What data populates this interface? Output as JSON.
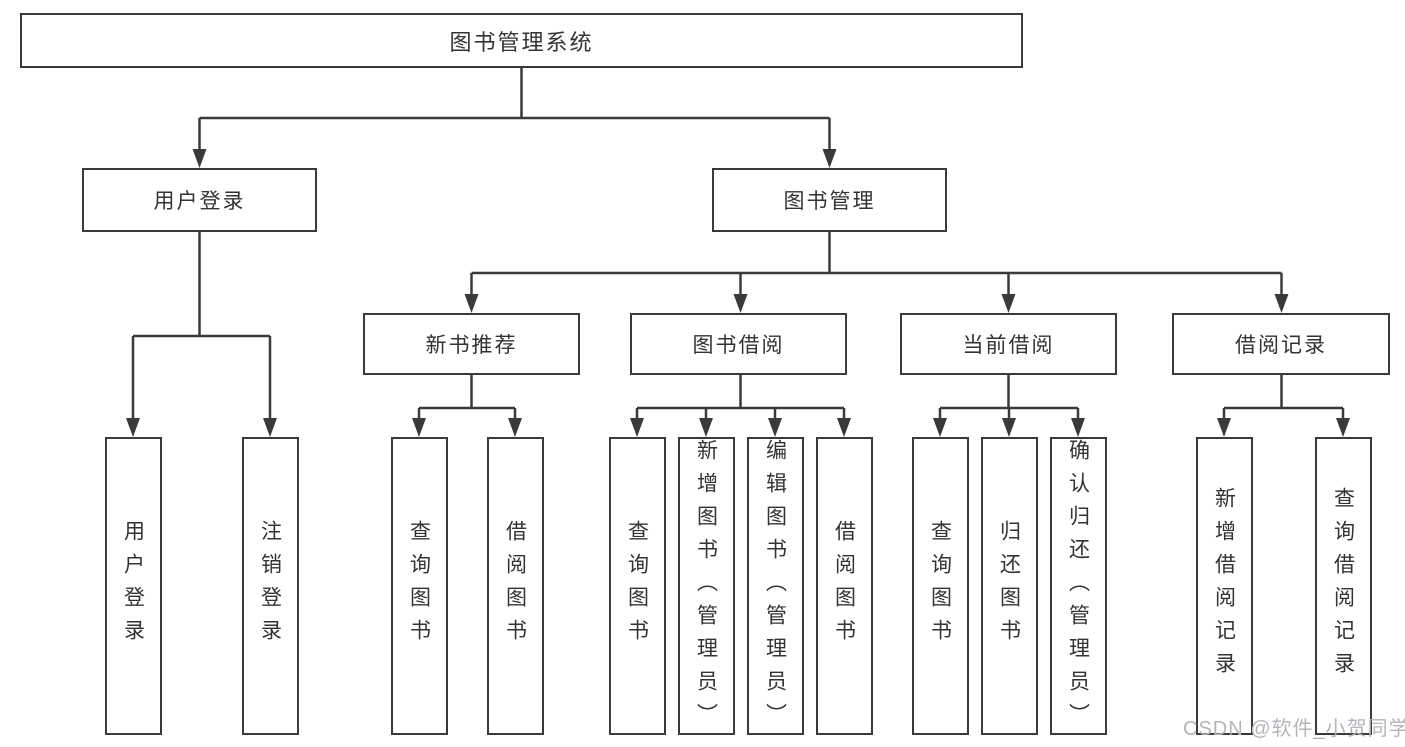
{
  "diagram": {
    "root": {
      "label": "图书管理系统"
    },
    "branches": [
      {
        "label": "用户登录",
        "children": [
          {
            "label": "用户登录"
          },
          {
            "label": "注销登录"
          }
        ]
      },
      {
        "label": "图书管理",
        "children": [
          {
            "label": "新书推荐",
            "children": [
              {
                "label": "查询图书"
              },
              {
                "label": "借阅图书"
              }
            ]
          },
          {
            "label": "图书借阅",
            "children": [
              {
                "label": "查询图书"
              },
              {
                "label": "新增图书（管理员）"
              },
              {
                "label": "编辑图书（管理员）"
              },
              {
                "label": "借阅图书"
              }
            ]
          },
          {
            "label": "当前借阅",
            "children": [
              {
                "label": "查询图书"
              },
              {
                "label": "归还图书"
              },
              {
                "label": "确认归还（管理员）"
              }
            ]
          },
          {
            "label": "借阅记录",
            "children": [
              {
                "label": "新增借阅记录"
              },
              {
                "label": "查询借阅记录"
              }
            ]
          }
        ]
      }
    ]
  },
  "watermark": {
    "text": "CSDN @软件_小贺同学"
  },
  "colors": {
    "line": "#3a3a3a",
    "text": "#333333",
    "watermark": "#b2b5ba",
    "background": "#ffffff"
  }
}
